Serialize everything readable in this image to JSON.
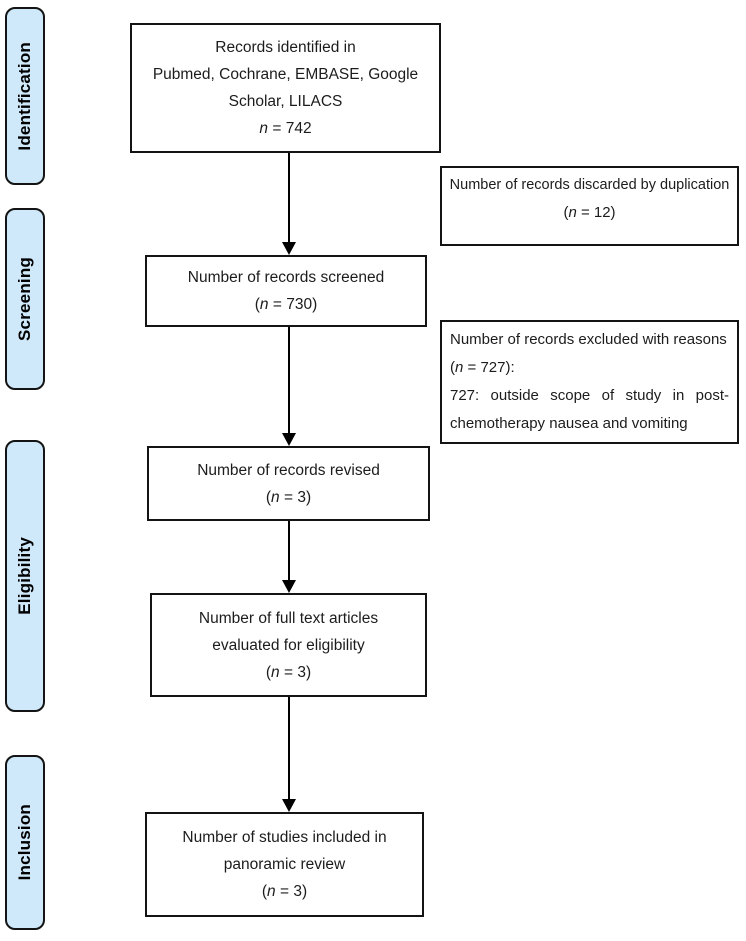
{
  "colors": {
    "stage_fill": "#cfe9fa",
    "border": "#141414",
    "text": "#1c1c1c",
    "background": "#ffffff"
  },
  "stages": [
    {
      "label": "Identification"
    },
    {
      "label": "Screening"
    },
    {
      "label": "Eligibility"
    },
    {
      "label": "Inclusion"
    }
  ],
  "flow": {
    "identified": {
      "lines": [
        "Records identified in",
        "Pubmed, Cochrane, EMBASE, Google",
        "Scholar, LILACS"
      ],
      "count": {
        "open": "",
        "n": "n",
        "rest": " = 742"
      }
    },
    "screened": {
      "lines": [
        "Number of records screened"
      ],
      "count": {
        "open": "(",
        "n": "n",
        "rest": " = 730)"
      }
    },
    "revised": {
      "lines": [
        "Number of records revised"
      ],
      "count": {
        "open": "(",
        "n": "n",
        "rest": " = 3)"
      }
    },
    "fulltext": {
      "lines": [
        "Number of full text articles",
        "evaluated for eligibility"
      ],
      "count": {
        "open": "(",
        "n": "n",
        "rest": " = 3)"
      }
    },
    "included": {
      "lines": [
        "Number of studies included in",
        "panoramic review"
      ],
      "count": {
        "open": "(",
        "n": "n",
        "rest": " = 3)"
      }
    }
  },
  "side": {
    "duplication": {
      "line": "Number of records discarded by duplication",
      "count": {
        "open": "(",
        "n": "n",
        "rest": " = 12)"
      }
    },
    "excluded": {
      "line": "Number of records excluded with reasons",
      "count": {
        "open": "(",
        "n": "n",
        "rest": " = 727):"
      },
      "reason": "727: outside scope of study in post-chemotherapy nausea and vomiting"
    }
  }
}
